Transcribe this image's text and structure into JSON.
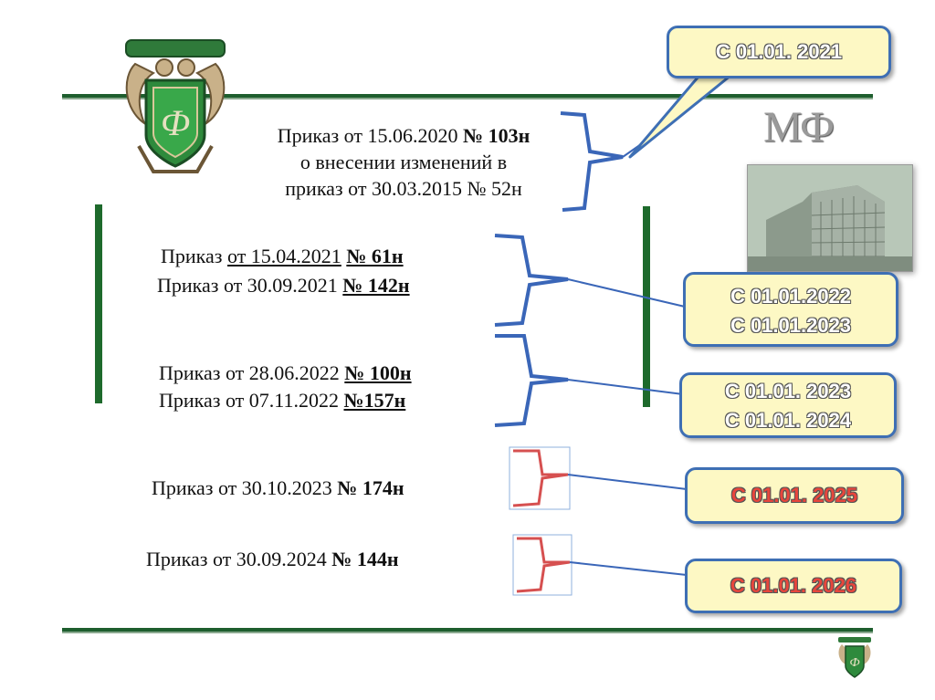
{
  "orders": [
    {
      "line1_pre": "Приказ  от 15.06.2020 ",
      "line1_num": "№ 103н",
      "line2": "о внесении изменений в",
      "line3": "приказ от 30.03.2015  № 52н"
    },
    {
      "pre": "Приказ ",
      "date": "от 15.04.2021",
      "num": "№ 61н"
    },
    {
      "pre": "Приказ  от 30.09.2021 ",
      "num": "№ 142н"
    },
    {
      "pre": "Приказ от 28.06.2022 ",
      "num": "№ 100н"
    },
    {
      "pre": "Приказ от 07.11.2022 ",
      "num": "№157н"
    },
    {
      "pre": "Приказ от 30.10.2023 ",
      "num": "№ 174н"
    },
    {
      "pre": "Приказ от 30.09.2024 ",
      "num": "№ 144н"
    }
  ],
  "callouts": [
    {
      "lines": [
        "С 01.01. 2021"
      ],
      "color": "#ffffff"
    },
    {
      "lines": [
        "С 01.01.2022",
        "С 01.01.2023"
      ],
      "color": "#ffffff"
    },
    {
      "lines": [
        "С 01.01. 2023",
        "С 01.01. 2024"
      ],
      "color": "#ffffff"
    },
    {
      "lines": [
        "С 01.01. 2025"
      ],
      "color": "#e8463c"
    },
    {
      "lines": [
        "С 01.01. 2026"
      ],
      "color": "#e8463c"
    }
  ],
  "logo_text": "МФ",
  "colors": {
    "accent_green": "#1e5e2e",
    "callout_border": "#3e6fb4",
    "callout_fill": "#fdf8c4",
    "red_text": "#e8463c"
  }
}
